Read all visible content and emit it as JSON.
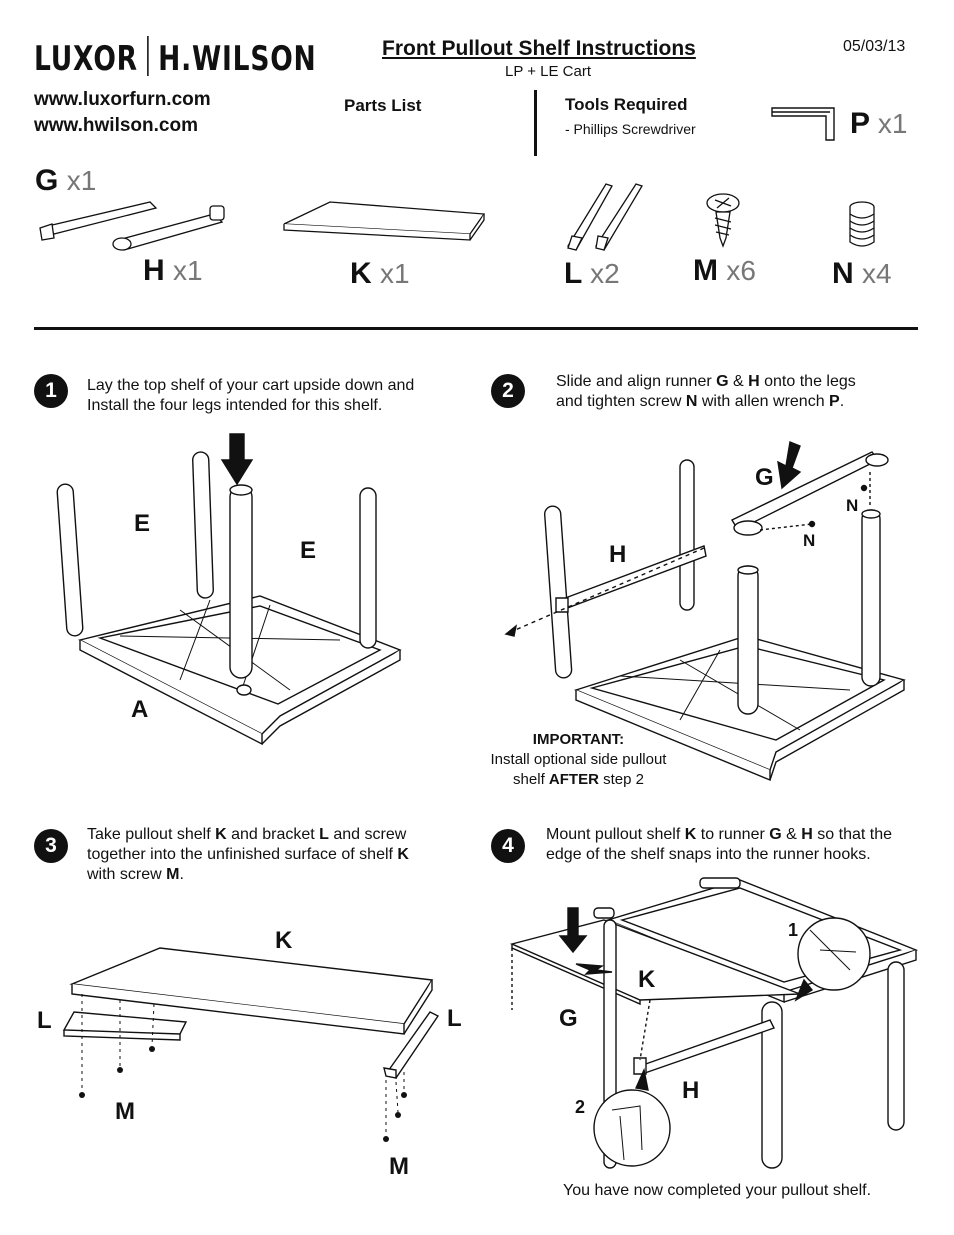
{
  "header": {
    "brand_left": "LUXOR",
    "brand_right": "H.WILSON",
    "title": "Front Pullout Shelf Instructions",
    "subtitle": "LP + LE Cart",
    "date": "05/03/13",
    "urls": [
      "www.luxorfurn.com",
      "www.hwilson.com"
    ],
    "parts_list_label": "Parts List",
    "tools_label": "Tools Required",
    "tools": [
      "-  Phillips Screwdriver"
    ]
  },
  "parts": [
    {
      "letter": "G",
      "qty": "x1",
      "icon": "runner-icon"
    },
    {
      "letter": "H",
      "qty": "x1",
      "icon": "runner-icon"
    },
    {
      "letter": "K",
      "qty": "x1",
      "icon": "shelf-icon"
    },
    {
      "letter": "L",
      "qty": "x2",
      "icon": "bracket-icon"
    },
    {
      "letter": "M",
      "qty": "x6",
      "icon": "screw-icon"
    },
    {
      "letter": "N",
      "qty": "x4",
      "icon": "set-screw-icon"
    },
    {
      "letter": "P",
      "qty": "x1",
      "icon": "allen-wrench-icon"
    }
  ],
  "steps": [
    {
      "number": "1",
      "text": [
        [
          {
            "t": "Lay the top shelf of your cart upside down and"
          }
        ],
        [
          {
            "t": "Install the four legs intended for this shelf."
          }
        ]
      ],
      "callouts": [
        "E",
        "E",
        "A"
      ]
    },
    {
      "number": "2",
      "text": [
        [
          {
            "t": "Slide and align runner "
          },
          {
            "t": "G",
            "b": true
          },
          {
            "t": " & "
          },
          {
            "t": "H",
            "b": true
          },
          {
            "t": " onto the legs"
          }
        ],
        [
          {
            "t": "and tighten screw "
          },
          {
            "t": "N",
            "b": true
          },
          {
            "t": " with allen wrench "
          },
          {
            "t": "P",
            "b": true
          },
          {
            "t": "."
          }
        ]
      ],
      "callouts": [
        "G",
        "H",
        "N",
        "N"
      ],
      "important_title": "IMPORTANT:",
      "important_line1": "Install optional side pullout",
      "important_line2_pre": "shelf ",
      "important_line2_bold": "AFTER",
      "important_line2_post": " step 2"
    },
    {
      "number": "3",
      "text": [
        [
          {
            "t": "Take pullout shelf "
          },
          {
            "t": "K",
            "b": true
          },
          {
            "t": " and bracket "
          },
          {
            "t": "L",
            "b": true
          },
          {
            "t": " and screw"
          }
        ],
        [
          {
            "t": "together into the unfinished surface of shelf "
          },
          {
            "t": "K",
            "b": true
          }
        ],
        [
          {
            "t": "with screw "
          },
          {
            "t": "M",
            "b": true
          },
          {
            "t": "."
          }
        ]
      ],
      "callouts": [
        "K",
        "L",
        "L",
        "M",
        "M"
      ]
    },
    {
      "number": "4",
      "text": [
        [
          {
            "t": "Mount pullout shelf "
          },
          {
            "t": "K",
            "b": true
          },
          {
            "t": " to runner "
          },
          {
            "t": "G",
            "b": true
          },
          {
            "t": " & "
          },
          {
            "t": "H",
            "b": true
          },
          {
            "t": " so that the"
          }
        ],
        [
          {
            "t": "edge of the shelf snaps into the runner hooks."
          }
        ]
      ],
      "callouts": [
        "K",
        "G",
        "H",
        "1",
        "2"
      ],
      "final": "You have now completed your pullout shelf."
    }
  ]
}
